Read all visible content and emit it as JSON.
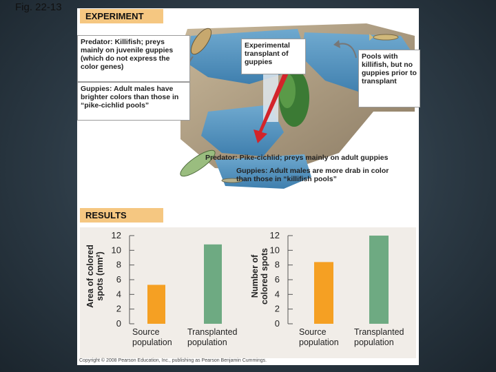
{
  "figure_label": "Fig. 22-13",
  "experiment": {
    "header": "EXPERIMENT",
    "killifish_callout": "Predator: Killifish; preys mainly on juvenile guppies (which do not express the color genes)",
    "guppies_bright_callout": "Guppies: Adult males have brighter colors than those in “pike-cichlid pools”",
    "transplant_callout": "Experimental transplant of guppies",
    "pools_callout": "Pools with killifish, but no guppies prior to transplant",
    "pike_cichlid_callout": "Predator: Pike-cichlid; preys mainly on adult guppies",
    "guppies_drab_callout": "Guppies: Adult males are more drab in color than those in “killifish pools”"
  },
  "results": {
    "header": "RESULTS",
    "copyright": "Copyright © 2008 Pearson Education, Inc., publishing as Pearson Benjamin Cummings."
  },
  "colors": {
    "source": "#f5a023",
    "transplanted": "#6eaa82",
    "header_bg": "#f5c781",
    "arrow": "#d3242a"
  },
  "chart_data": [
    {
      "type": "bar",
      "ylabel_line1": "Area of colored",
      "ylabel_line2": "spots (mm²)",
      "categories": [
        [
          "Source",
          "population"
        ],
        [
          "Transplanted",
          "population"
        ]
      ],
      "values": [
        5.3,
        10.8
      ],
      "ylim": [
        0,
        12
      ],
      "yticks": [
        0,
        2,
        4,
        6,
        8,
        10,
        12
      ]
    },
    {
      "type": "bar",
      "ylabel_line1": "Number of",
      "ylabel_line2": "colored spots",
      "categories": [
        [
          "Source",
          "population"
        ],
        [
          "Transplanted",
          "population"
        ]
      ],
      "values": [
        8.4,
        12
      ],
      "ylim": [
        0,
        12
      ],
      "yticks": [
        0,
        2,
        4,
        6,
        8,
        10,
        12
      ]
    }
  ]
}
